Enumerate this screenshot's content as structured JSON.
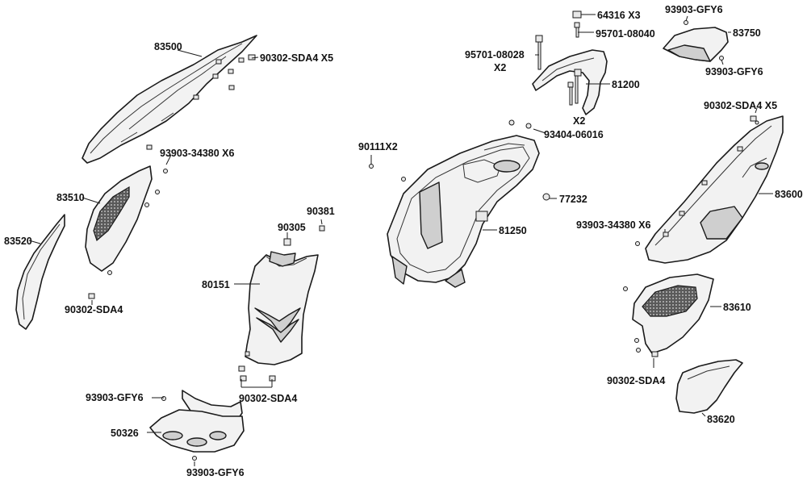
{
  "labels": {
    "p83500": "83500",
    "p90302_x5_left": "90302-SDA4 X5",
    "p93903_34380_left": "93903-34380 X6",
    "p83510": "83510",
    "p83520": "83520",
    "p90302_left": "90302-SDA4",
    "p90381": "90381",
    "p90305": "90305",
    "p80151": "80151",
    "p90302_center": "90302-SDA4",
    "p93903_gfy6_mid": "93903-GFY6",
    "p50326": "50326",
    "p93903_gfy6_bottom": "93903-GFY6",
    "p90111": "90111X2",
    "p95701_08028": "95701-08028",
    "p95701_x2": "X2",
    "p64316": "64316 X3",
    "p95701_08040": "95701-08040",
    "p81200_x2": "X2",
    "p81200": "81200",
    "p93404": "93404-06016",
    "p77232": "77232",
    "p81250": "81250",
    "p93903_gfy6_top": "93903-GFY6",
    "p83750": "83750",
    "p93903_gfy6_right": "93903-GFY6",
    "p90302_x5_right": "90302-SDA4 X5",
    "p83600": "83600",
    "p93903_34380_right": "93903-34380 X6",
    "p83610": "83610",
    "p90302_right": "90302-SDA4",
    "p83620": "83620"
  }
}
